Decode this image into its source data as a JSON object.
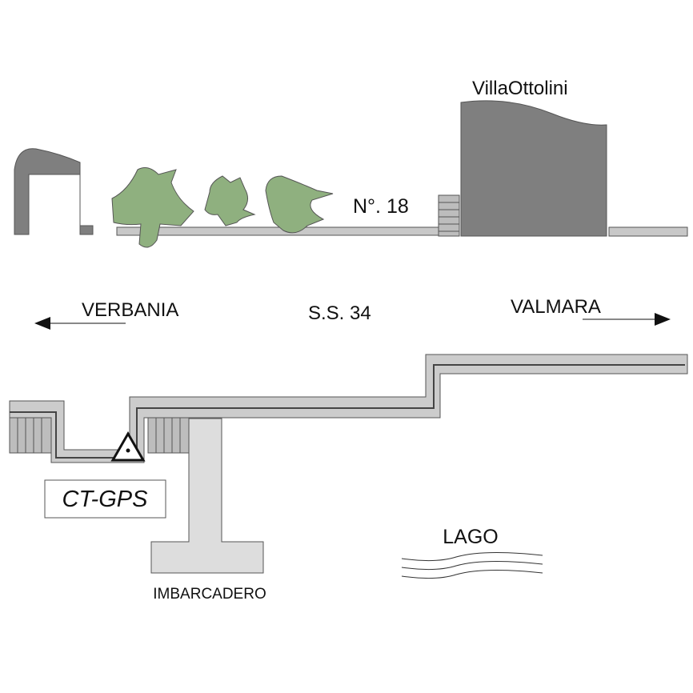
{
  "labels": {
    "villa": "VillaOttolini",
    "house_number": "N°. 18",
    "west_destination": "VERBANIA",
    "road": "S.S. 34",
    "east_destination": "VALMARA",
    "station": "CT-GPS",
    "pier": "IMBARCADERO",
    "lake": "LAGO"
  },
  "colors": {
    "building_dark": "#7f7f7f",
    "road_band": "#cccccc",
    "pier": "#dddddd",
    "tree": "#8fb07f",
    "outline": "#555555"
  },
  "icons": {
    "station_marker": "triangle-with-dot",
    "direction_west": "arrow-left",
    "direction_east": "arrow-right",
    "water": "wave-lines"
  }
}
